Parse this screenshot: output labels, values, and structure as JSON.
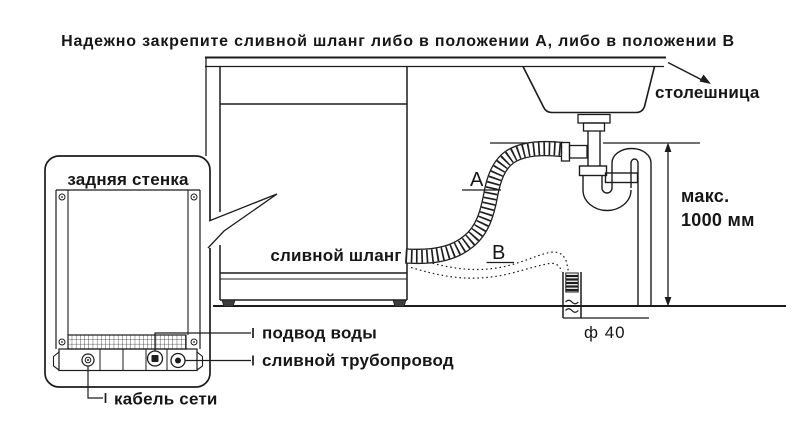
{
  "title": "Надежно закрепите сливной шланг либо в положении А, либо в положении В",
  "labels": {
    "countertop": "столешница",
    "back_wall": "задняя стенка",
    "drain_hose": "сливной шланг",
    "water_supply": "подвод воды",
    "drain_pipe": "сливной трубопровод",
    "power_cable": "кабель сети",
    "max_label": "макс.",
    "max_value": "1000 мм",
    "diameter": "ф 40",
    "pos_a": "А",
    "pos_b": "В"
  },
  "colors": {
    "ink": "#1c1c1c",
    "background": "#ffffff"
  }
}
